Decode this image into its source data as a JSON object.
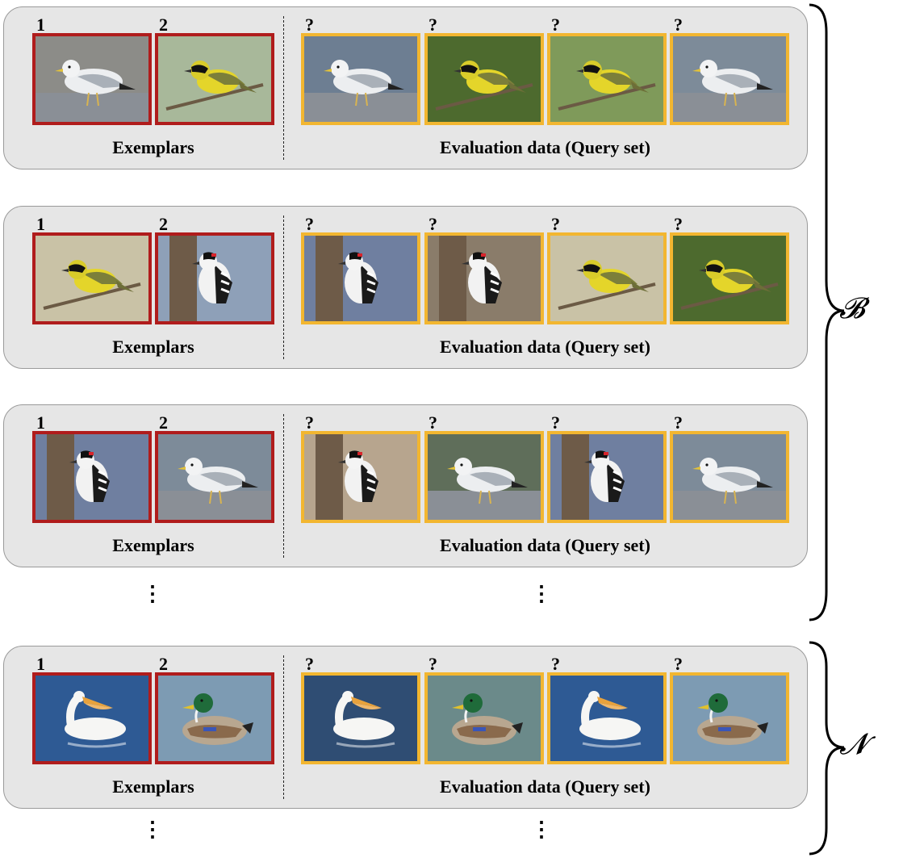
{
  "episodes": [
    {
      "exemplar_numbers": [
        "1",
        "2"
      ],
      "query_marks": [
        "?",
        "?",
        "?",
        "?"
      ],
      "exemplars_label": "Exemplars",
      "query_label": "Evaluation data (Query set)",
      "exemplar_birds": [
        "gull",
        "yellowthroat"
      ],
      "query_birds": [
        "gull",
        "yellowthroat",
        "yellowthroat",
        "gull"
      ]
    },
    {
      "exemplar_numbers": [
        "1",
        "2"
      ],
      "query_marks": [
        "?",
        "?",
        "?",
        "?"
      ],
      "exemplars_label": "Exemplars",
      "query_label": "Evaluation data (Query set)",
      "exemplar_birds": [
        "yellowthroat",
        "woodpecker"
      ],
      "query_birds": [
        "woodpecker",
        "woodpecker",
        "yellowthroat",
        "yellowthroat"
      ]
    },
    {
      "exemplar_numbers": [
        "1",
        "2"
      ],
      "query_marks": [
        "?",
        "?",
        "?",
        "?"
      ],
      "exemplars_label": "Exemplars",
      "query_label": "Evaluation data (Query set)",
      "exemplar_birds": [
        "woodpecker",
        "gull"
      ],
      "query_birds": [
        "woodpecker",
        "gull",
        "woodpecker",
        "gull"
      ]
    },
    {
      "exemplar_numbers": [
        "1",
        "2"
      ],
      "query_marks": [
        "?",
        "?",
        "?",
        "?"
      ],
      "exemplars_label": "Exemplars",
      "query_label": "Evaluation data (Query set)",
      "exemplar_birds": [
        "pelican",
        "mallard"
      ],
      "query_birds": [
        "pelican",
        "mallard",
        "pelican",
        "mallard"
      ]
    }
  ],
  "ellipsis": "⋮",
  "brace_labels": {
    "base": "𝓑",
    "novel": "𝓝"
  },
  "colors": {
    "exemplar_border": "#b01c1c",
    "query_border": "#f2b630",
    "panel_fill": "#e6e6e6"
  }
}
